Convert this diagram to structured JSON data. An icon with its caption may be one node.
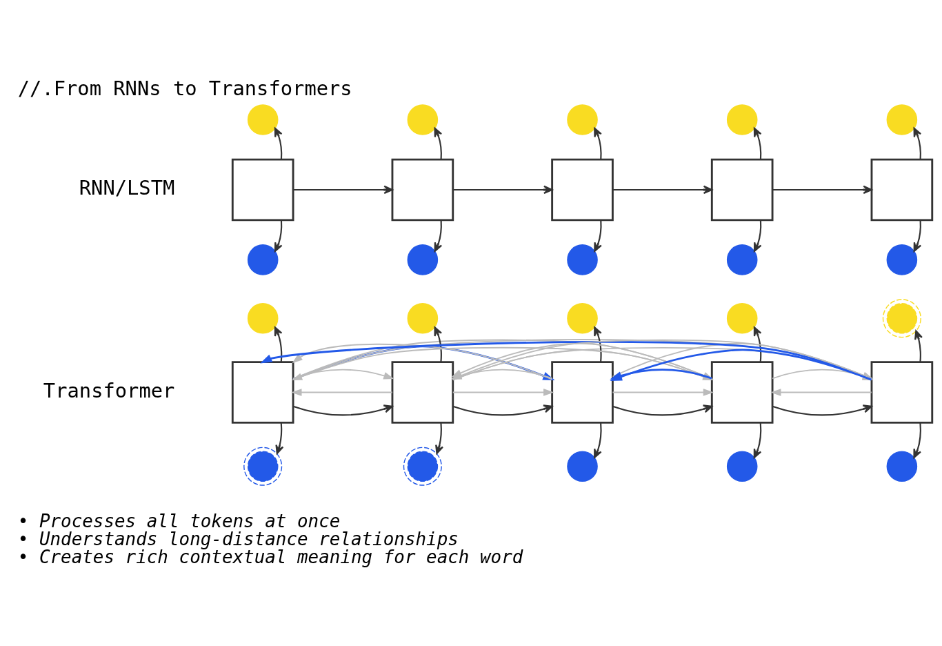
{
  "diagram": {
    "title": "//.From RNNs to Transformers",
    "nodes": [
      {
        "text": [],
        "shape": "circle"
      },
      {
        "text": [],
        "shape": "circle"
      },
      {
        "text": [],
        "shape": "circle"
      },
      {
        "text": [],
        "shape": "circle"
      },
      {
        "text": [],
        "shape": "circle"
      },
      {
        "text": [],
        "shape": "box"
      },
      {
        "text": [],
        "shape": "box"
      },
      {
        "text": [],
        "shape": "box"
      },
      {
        "text": [],
        "shape": "box"
      },
      {
        "text": [],
        "shape": "box"
      },
      {
        "text": [],
        "shape": "circle"
      },
      {
        "text": [],
        "shape": "circle"
      },
      {
        "text": [],
        "shape": "circle"
      },
      {
        "text": [],
        "shape": "circle"
      },
      {
        "text": [],
        "shape": "circle"
      },
      {
        "text": [],
        "shape": "circle"
      },
      {
        "text": [],
        "shape": "circle"
      },
      {
        "text": [],
        "shape": "circle"
      },
      {
        "text": [],
        "shape": "circle"
      },
      {
        "text": [],
        "shape": "doublecircle"
      },
      {
        "text": [],
        "shape": "box"
      },
      {
        "text": [],
        "shape": "box"
      },
      {
        "text": [],
        "shape": "box"
      },
      {
        "text": [],
        "shape": "box"
      },
      {
        "text": [],
        "shape": "box"
      },
      {
        "text": [],
        "shape": "doublecircle"
      },
      {
        "text": [],
        "shape": "doublecircle"
      },
      {
        "text": [],
        "shape": "circle"
      },
      {
        "text": [],
        "shape": "circle"
      },
      {
        "text": [],
        "shape": "circle"
      }
    ],
    "edges": [
      {
        "from": 5,
        "to": 0,
        "arrow": "to"
      },
      {
        "from": 6,
        "to": 1,
        "arrow": "to"
      },
      {
        "from": 7,
        "to": 2,
        "arrow": "to"
      },
      {
        "from": 8,
        "to": 3,
        "arrow": "to"
      },
      {
        "from": 9,
        "to": 4,
        "arrow": "to"
      },
      {
        "from": 5,
        "to": 6,
        "arrow": "to"
      },
      {
        "from": 6,
        "to": 7,
        "arrow": "to"
      },
      {
        "from": 7,
        "to": 8,
        "arrow": "to"
      },
      {
        "from": 8,
        "to": 9,
        "arrow": "to"
      },
      {
        "from": 5,
        "to": 10,
        "arrow": "to"
      },
      {
        "from": 6,
        "to": 11,
        "arrow": "to"
      },
      {
        "from": 7,
        "to": 12,
        "arrow": "to"
      },
      {
        "from": 8,
        "to": 13,
        "arrow": "to"
      },
      {
        "from": 9,
        "to": 14,
        "arrow": "to"
      },
      {
        "from": 20,
        "to": 15,
        "arrow": "to"
      },
      {
        "from": 21,
        "to": 16,
        "arrow": "to"
      },
      {
        "from": 22,
        "to": 17,
        "arrow": "to"
      },
      {
        "from": 23,
        "to": 18,
        "arrow": "to"
      },
      {
        "from": 24,
        "to": 19,
        "arrow": "to"
      },
      {
        "from": 20,
        "to": 21,
        "arrow": "to"
      },
      {
        "from": 21,
        "to": 22,
        "arrow": "to"
      },
      {
        "from": 22,
        "to": 23,
        "arrow": "to"
      },
      {
        "from": 23,
        "to": 24,
        "arrow": "to"
      },
      {
        "from": 20,
        "to": 25,
        "arrow": "to"
      },
      {
        "from": 21,
        "to": 26,
        "arrow": "to"
      },
      {
        "from": 22,
        "to": 27,
        "arrow": "to"
      },
      {
        "from": 23,
        "to": 28,
        "arrow": "to"
      },
      {
        "from": 24,
        "to": 29,
        "arrow": "to"
      },
      {
        "from": 24,
        "to": 20,
        "arrow": "to",
        "color": "#2359e8"
      },
      {
        "from": 24,
        "to": 22,
        "arrow": "to",
        "color": "#2359e8"
      },
      {
        "from": 21,
        "to": 20,
        "arrow": "to",
        "color": "#bbbbbb"
      },
      {
        "from": 22,
        "to": 20,
        "arrow": "to",
        "color": "#bbbbbb"
      },
      {
        "from": 21,
        "to": 22,
        "arrow": "to",
        "color": "#bbbbbb"
      },
      {
        "from": 21,
        "to": 23,
        "arrow": "to",
        "color": "#bbbbbb"
      },
      {
        "from": 21,
        "to": 24,
        "arrow": "to",
        "color": "#bbbbbb"
      },
      {
        "from": 24,
        "to": 21,
        "arrow": "to",
        "color": "#bbbbbb"
      },
      {
        "from": 22,
        "to": 23,
        "arrow": "to",
        "color": "#bbbbbb"
      },
      {
        "from": 24,
        "to": 23,
        "arrow": "to",
        "color": "#bbbbbb"
      },
      {
        "from": 20,
        "to": 22,
        "arrow": "to",
        "color": "#2359e8"
      },
      {
        "from": 23,
        "to": 22,
        "arrow": "to",
        "color": "#2359e8"
      },
      {
        "from": 20,
        "to": 21,
        "arrow": "to",
        "color": "#bbbbbb"
      },
      {
        "from": 22,
        "to": 21,
        "arrow": "to",
        "color": "#bbbbbb"
      },
      {
        "from": 23,
        "to": 21,
        "arrow": "to",
        "color": "#bbbbbb"
      },
      {
        "from": 23,
        "to": 20,
        "arrow": "to",
        "color": "#bbbbbb"
      },
      {
        "from": 20,
        "to": 23,
        "arrow": "to",
        "color": "#bbbbbb"
      },
      {
        "from": 20,
        "to": 24,
        "arrow": "to",
        "color": "#bbbbbb"
      },
      {
        "from": 22,
        "to": 24,
        "arrow": "to",
        "color": "#bbbbbb"
      },
      {
        "from": 23,
        "to": 24,
        "arrow": "to",
        "color": "#bbbbbb"
      }
    ],
    "labels": [
      "RNN/LSTM",
      "Transformer",
      "• Processes all tokens at once",
      "• Understands long-distance relationships",
      "• Creates rich contextual meaning for each word"
    ]
  }
}
